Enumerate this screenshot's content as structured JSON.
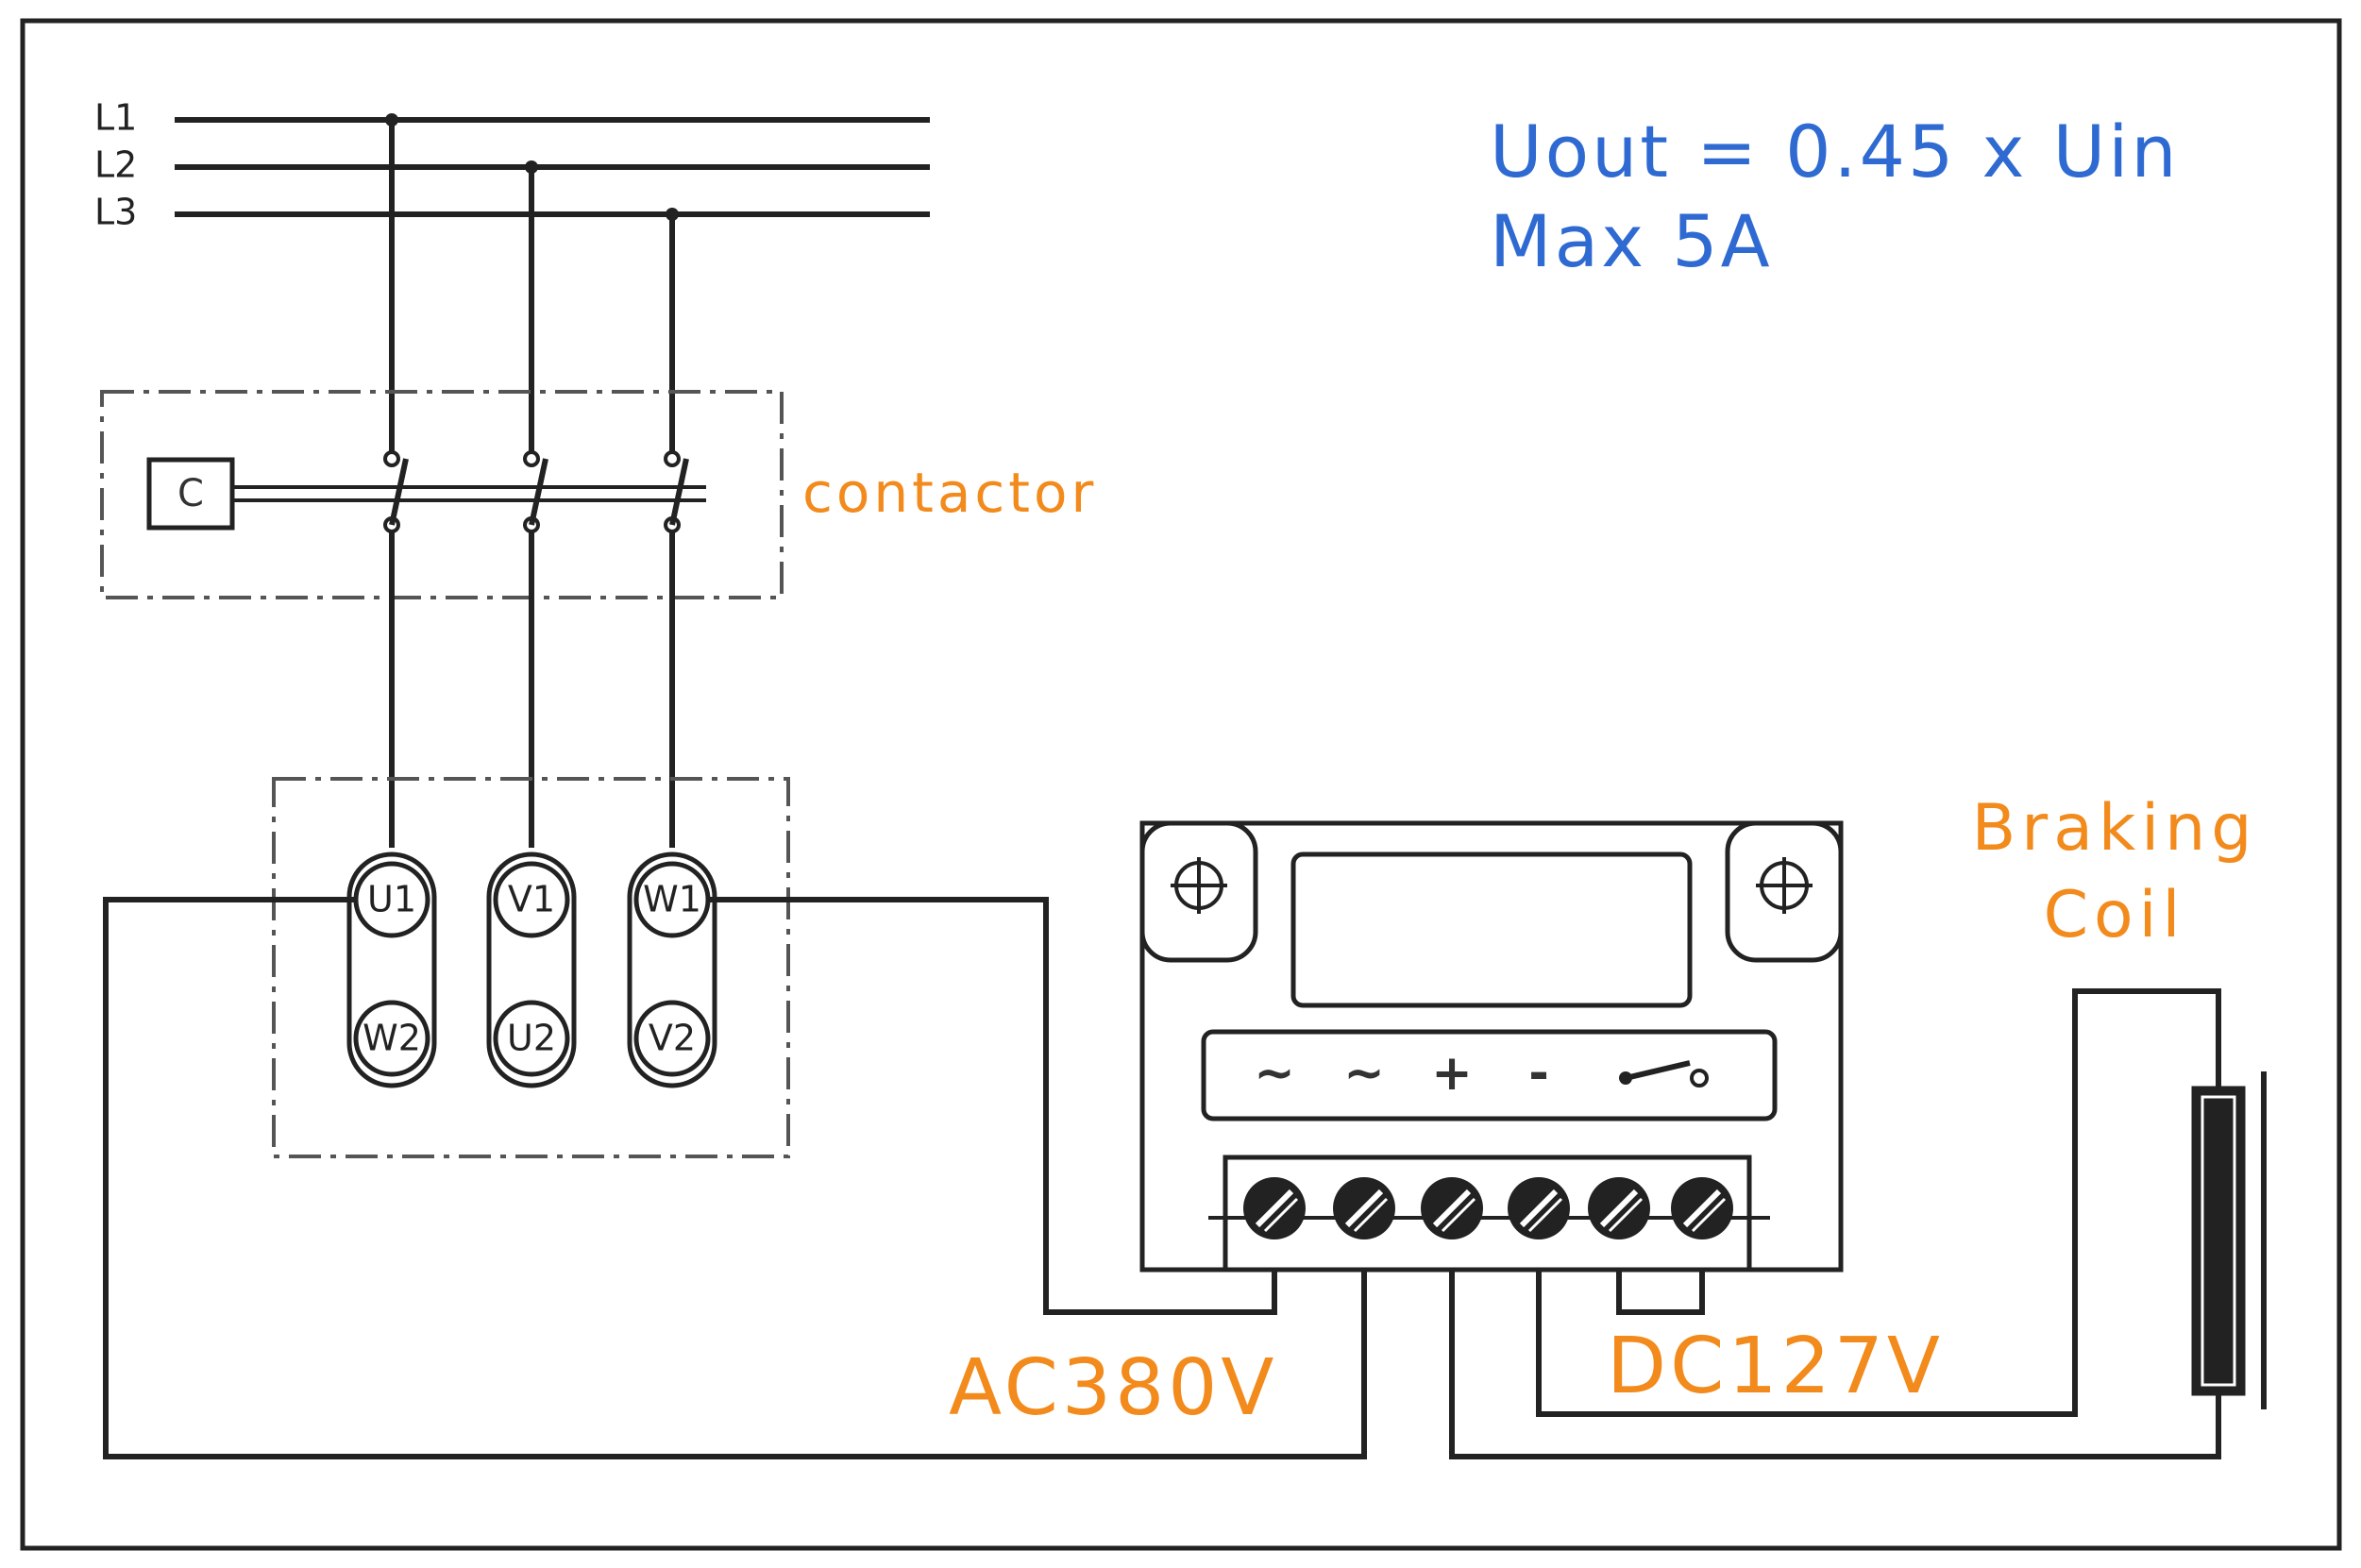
{
  "supply_lines": [
    "L1",
    "L2",
    "L3"
  ],
  "formula": {
    "line1": "Uout = 0.45 x Uin",
    "line2": "Max 5A"
  },
  "contactor": {
    "coil_letter": "C",
    "label": "contactor"
  },
  "motor_terminals": {
    "top": [
      "U1",
      "V1",
      "W1"
    ],
    "bottom": [
      "W2",
      "U2",
      "V2"
    ]
  },
  "rectifier": {
    "symbols": [
      "~",
      "~",
      "+",
      "-"
    ]
  },
  "labels": {
    "ac_input": "AC380V",
    "dc_output": "DC127V",
    "braking_coil_line1": "Braking",
    "braking_coil_line2": "Coil"
  },
  "colors": {
    "annotation_orange": "#f28a1c",
    "formula_blue": "#2e6ad1",
    "ink": "#222222"
  }
}
